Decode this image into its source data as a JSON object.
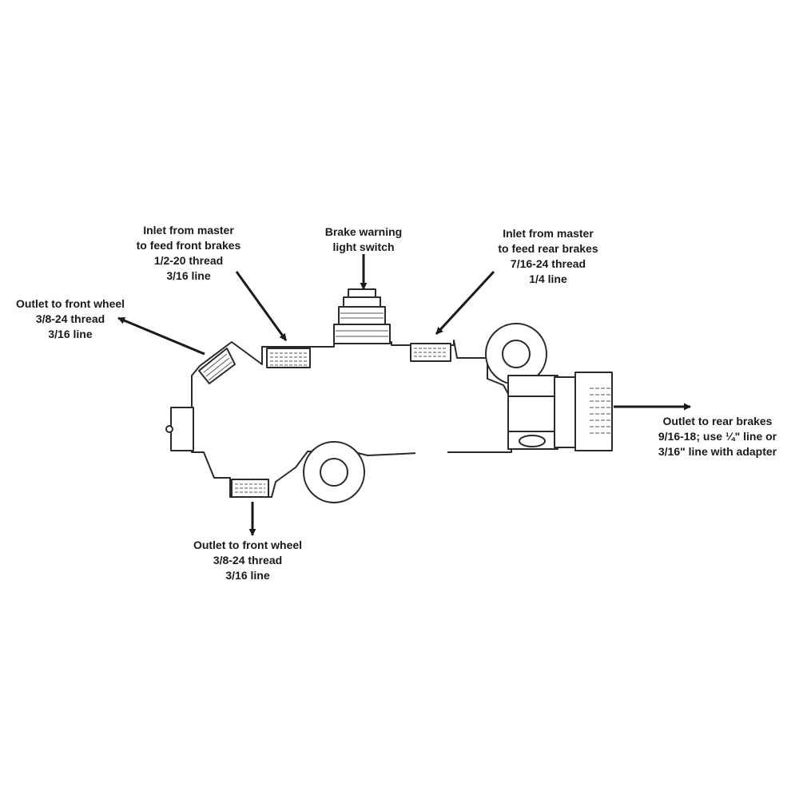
{
  "callouts": {
    "front_inlet": {
      "line1": "Inlet from master",
      "line2": "to feed front brakes",
      "line3": "1/2-20 thread",
      "line4": "3/16 line"
    },
    "brake_switch": {
      "line1": "Brake warning",
      "line2": "light switch"
    },
    "rear_inlet": {
      "line1": "Inlet from master",
      "line2": "to feed rear brakes",
      "line3": "7/16-24 thread",
      "line4": "1/4 line"
    },
    "front_outlet_left": {
      "line1": "Outlet to front wheel",
      "line2": "3/8-24 thread",
      "line3": "3/16 line"
    },
    "front_outlet_bottom": {
      "line1": "Outlet to front wheel",
      "line2": "3/8-24 thread",
      "line3": "3/16 line"
    },
    "rear_outlet": {
      "line1": "Outlet to rear brakes",
      "line2": "9/16-18; use ¼\" line or",
      "line3": "3/16\" line with adapter"
    }
  }
}
